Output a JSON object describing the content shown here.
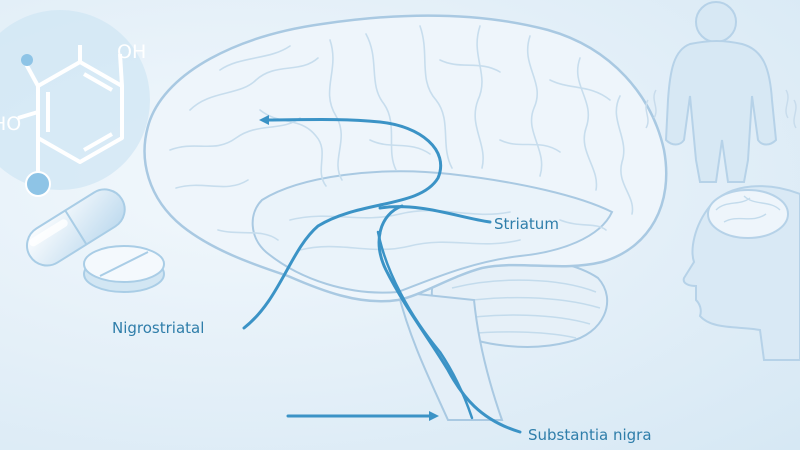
{
  "labels": {
    "striatum": "Striatum",
    "nigrostriatal": "Nigrostriatal",
    "substantia_nigra": "Substantia nigra"
  },
  "molecule": {
    "hydroxyl_top": "OH",
    "hydroxyl_left": "HO"
  },
  "colors": {
    "pathway": "#3b93c6",
    "outline": "#a9c9e2",
    "brain_fill": "#eef5fb",
    "label": "#2f7eaa"
  },
  "icons": [
    "dopamine-molecule-icon",
    "capsule-icon",
    "tablet-icon",
    "human-figure-icon",
    "head-brain-icon"
  ]
}
